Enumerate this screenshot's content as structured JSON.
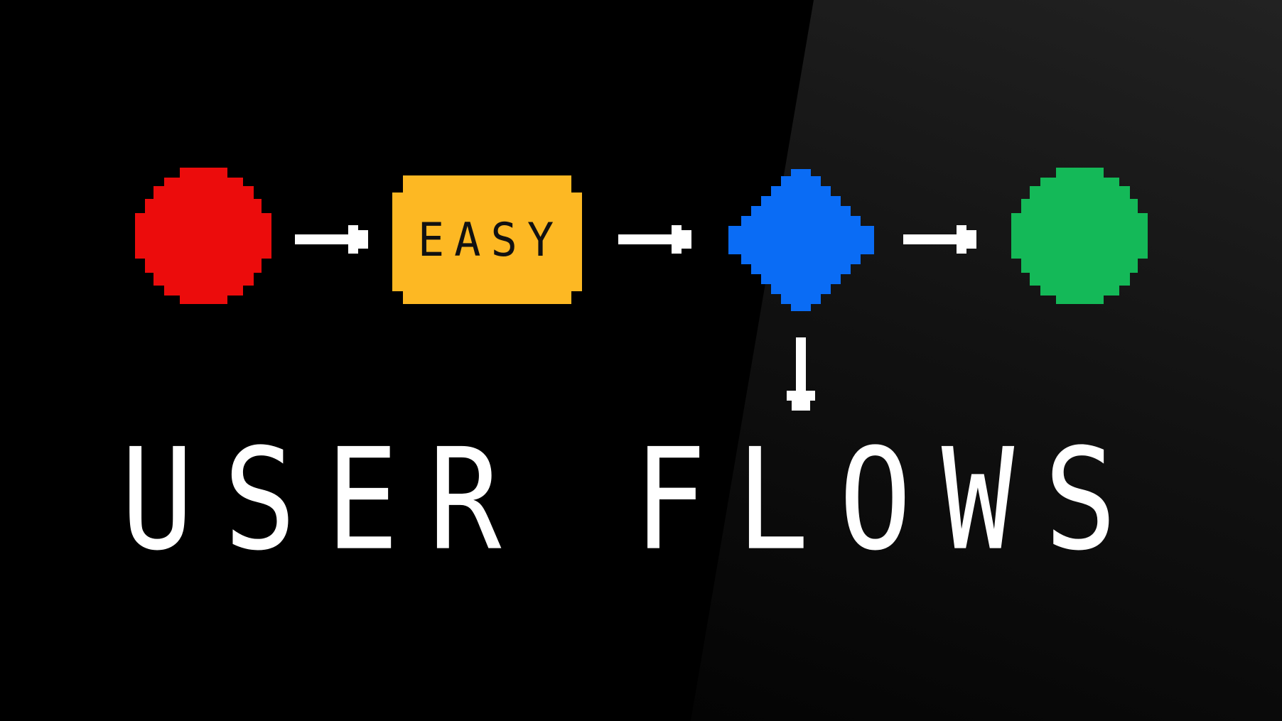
{
  "diagram": {
    "nodes": [
      {
        "id": "start",
        "shape": "circle",
        "color": "#EC0C0C"
      },
      {
        "id": "step",
        "shape": "rectangle",
        "color": "#FDB823",
        "label": "EASY"
      },
      {
        "id": "decision",
        "shape": "diamond",
        "color": "#0A6CF5"
      },
      {
        "id": "end",
        "shape": "circle",
        "color": "#14B958"
      }
    ],
    "edges": [
      {
        "from": "start",
        "to": "step"
      },
      {
        "from": "step",
        "to": "decision"
      },
      {
        "from": "decision",
        "to": "end"
      },
      {
        "from": "decision",
        "to": "down"
      }
    ]
  },
  "title": "USER FLOWS"
}
